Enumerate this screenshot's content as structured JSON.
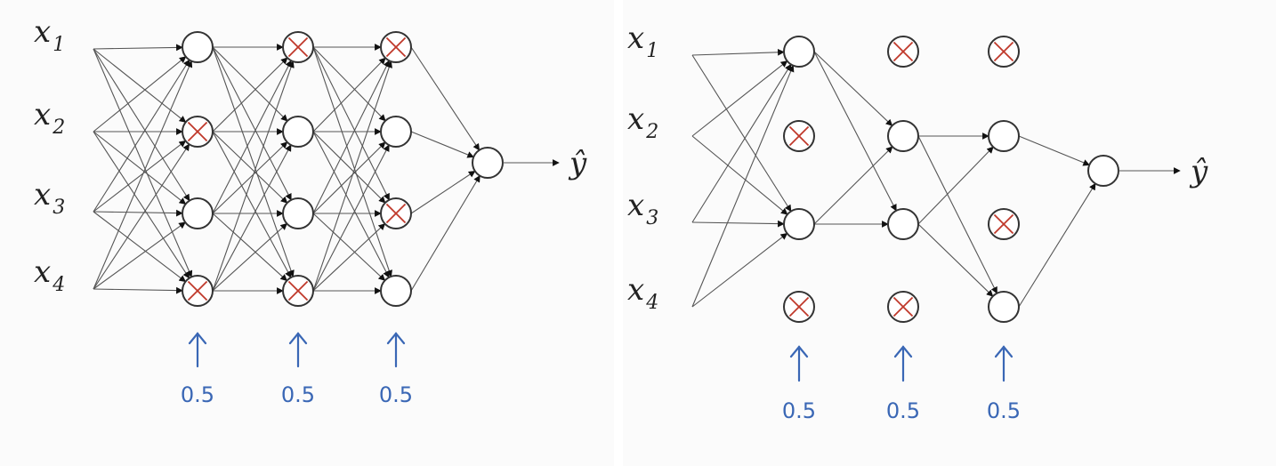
{
  "colors": {
    "node_stroke": "#333333",
    "edge": "#555555",
    "dropped_cross": "#c0392b",
    "keep_prob": "#3a67b5"
  },
  "panels": [
    {
      "name": "full-network",
      "inputs": [
        {
          "base": "x",
          "sub": "1"
        },
        {
          "base": "x",
          "sub": "2"
        },
        {
          "base": "x",
          "sub": "3"
        },
        {
          "base": "x",
          "sub": "4"
        }
      ],
      "layers": [
        {
          "dropped": [
            false,
            true,
            false,
            true
          ],
          "keep_prob": "0.5"
        },
        {
          "dropped": [
            true,
            false,
            false,
            true
          ],
          "keep_prob": "0.5"
        },
        {
          "dropped": [
            true,
            false,
            true,
            false
          ],
          "keep_prob": "0.5"
        }
      ],
      "output_label": "ŷ"
    },
    {
      "name": "thinned-network",
      "inputs": [
        {
          "base": "x",
          "sub": "1"
        },
        {
          "base": "x",
          "sub": "2"
        },
        {
          "base": "x",
          "sub": "3"
        },
        {
          "base": "x",
          "sub": "4"
        }
      ],
      "layers": [
        {
          "dropped": [
            false,
            true,
            false,
            true
          ],
          "keep_prob": "0.5"
        },
        {
          "dropped": [
            true,
            false,
            false,
            true
          ],
          "keep_prob": "0.5"
        },
        {
          "dropped": [
            true,
            false,
            true,
            false
          ],
          "keep_prob": "0.5"
        }
      ],
      "output_label": "ŷ"
    }
  ]
}
